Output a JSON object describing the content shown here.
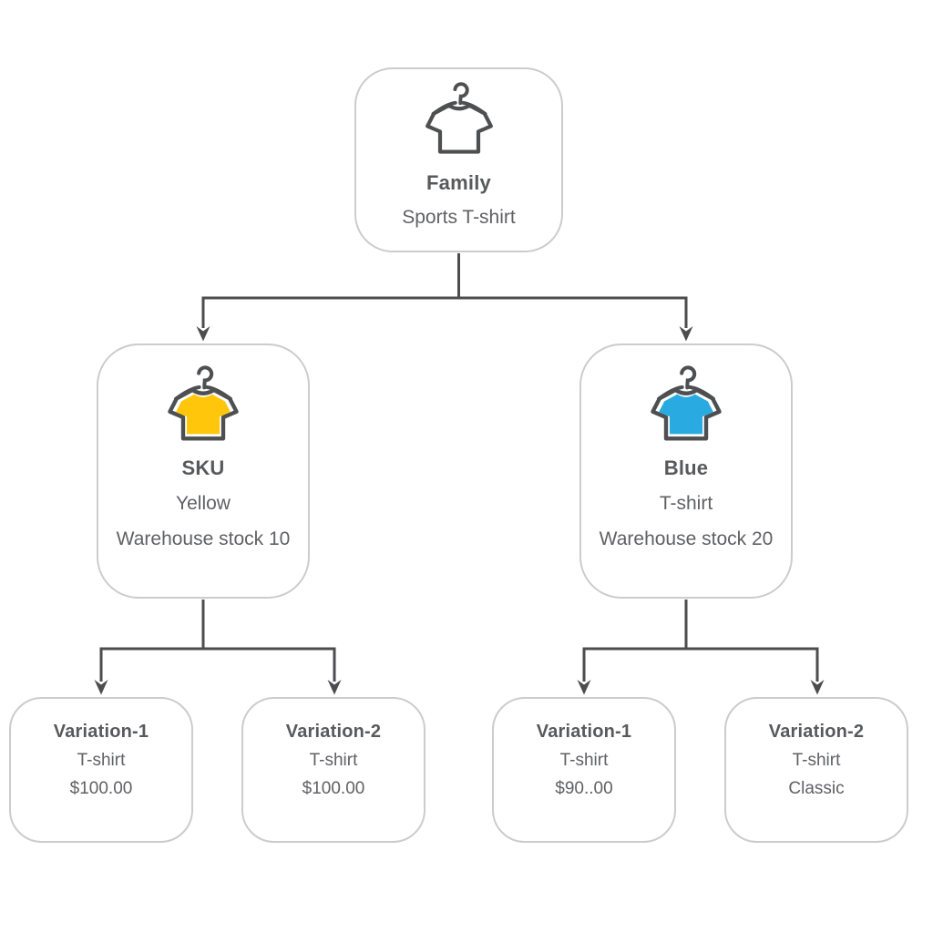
{
  "diagram": {
    "description": "Product family hierarchy tree for Sports T-shirt with SKUs and variations",
    "colors": {
      "background": "#ffffff",
      "node_border": "#cbcccd",
      "connector_line": "#4d4d4f",
      "title_text": "#58595b",
      "body_text": "#606164",
      "icon_outline": "#4e4f51",
      "yellow_shirt": "#ffc60b",
      "blue_shirt": "#29abe2"
    },
    "nodes": [
      {
        "id": "family",
        "icon": "tshirt-hanger-icon",
        "icon_fill": "#ffffff",
        "title": "Family",
        "lines": [
          "Sports T-shirt"
        ]
      },
      {
        "id": "sku-yellow",
        "icon": "tshirt-hanger-icon",
        "icon_fill": "#ffc60b",
        "title": "SKU",
        "lines": [
          "Yellow",
          "Warehouse stock 10"
        ]
      },
      {
        "id": "sku-blue",
        "icon": "tshirt-hanger-icon",
        "icon_fill": "#29abe2",
        "title": "Blue",
        "lines": [
          "T-shirt",
          "Warehouse stock 20"
        ]
      },
      {
        "id": "variation-1-yellow",
        "title": "Variation-1",
        "lines": [
          "T-shirt",
          "$100.00"
        ]
      },
      {
        "id": "variation-2-yellow",
        "title": "Variation-2",
        "lines": [
          "T-shirt",
          "$100.00"
        ]
      },
      {
        "id": "variation-1-blue",
        "title": "Variation-1",
        "lines": [
          "T-shirt",
          "$90..00"
        ]
      },
      {
        "id": "variation-2-blue",
        "title": "Variation-2",
        "lines": [
          "T-shirt",
          "Classic"
        ]
      }
    ],
    "edges": [
      {
        "from": "family",
        "to": "sku-yellow"
      },
      {
        "from": "family",
        "to": "sku-blue"
      },
      {
        "from": "sku-yellow",
        "to": "variation-1-yellow"
      },
      {
        "from": "sku-yellow",
        "to": "variation-2-yellow"
      },
      {
        "from": "sku-blue",
        "to": "variation-1-blue"
      },
      {
        "from": "sku-blue",
        "to": "variation-2-blue"
      }
    ]
  }
}
